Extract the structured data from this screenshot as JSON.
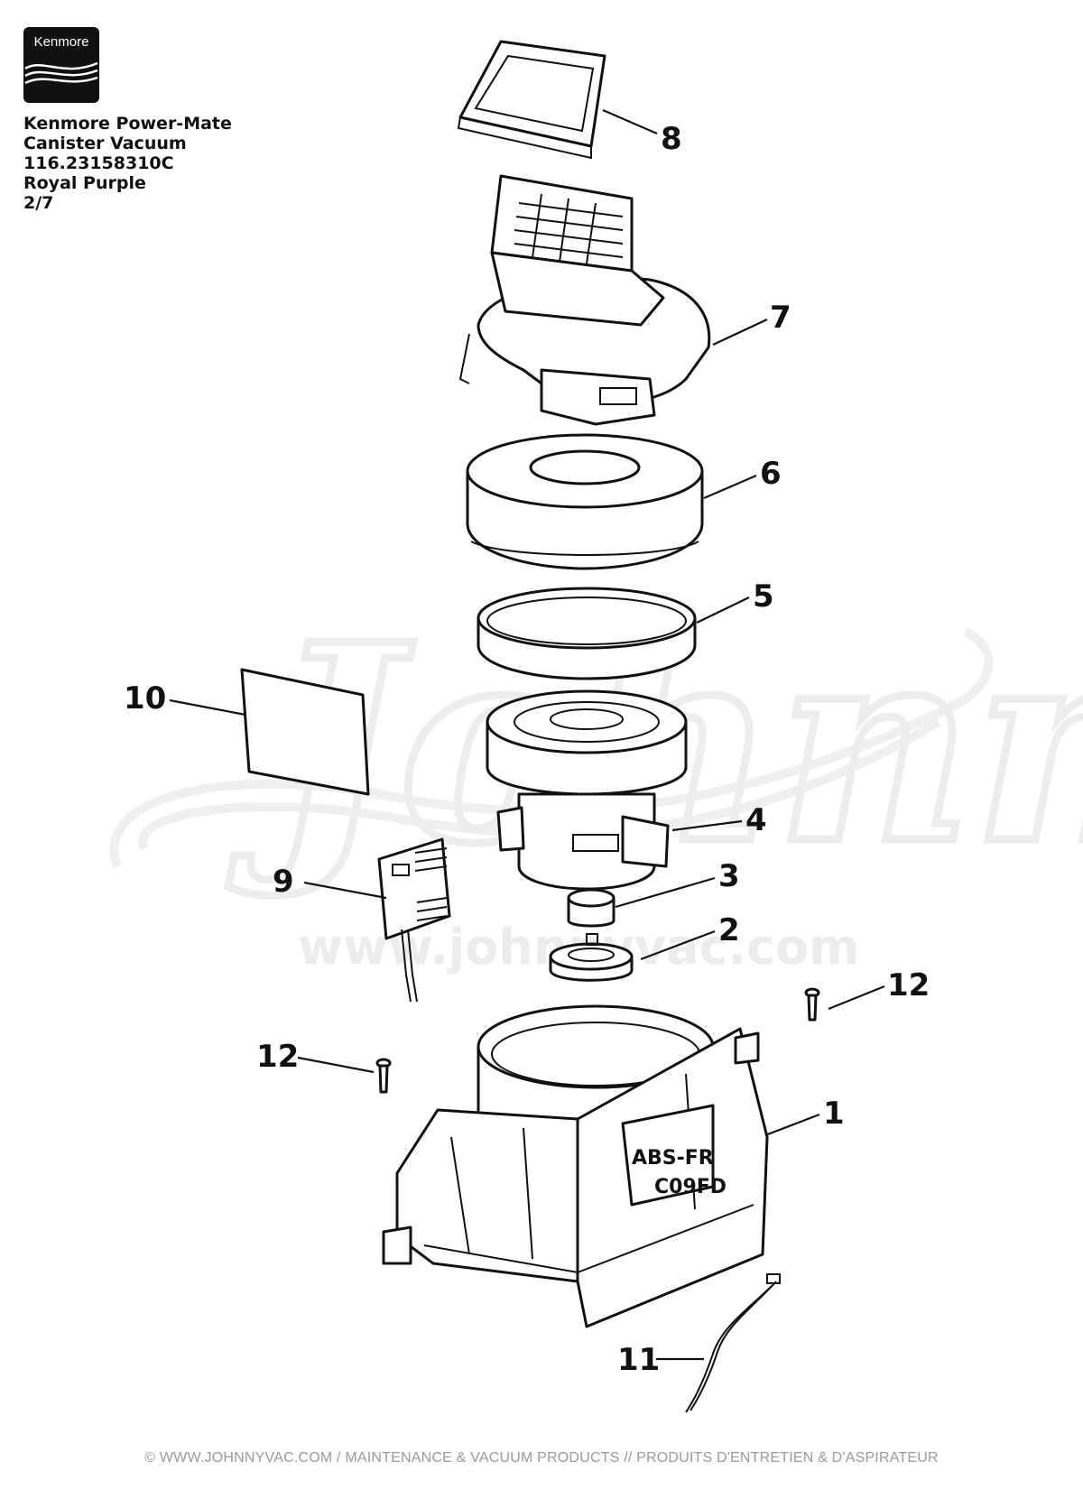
{
  "brand": {
    "logo_text": "Kenmore"
  },
  "product": {
    "line1": "Kenmore Power-Mate",
    "line2": "Canister Vacuum",
    "model": "116.23158310C",
    "color": "Royal Purple",
    "page": "2/7"
  },
  "watermark": {
    "script": "JohnnyVac",
    "url": "www.johnnyvac.com"
  },
  "callouts": [
    "8",
    "7",
    "6",
    "5",
    "10",
    "4",
    "9",
    "3",
    "2",
    "12",
    "12",
    "1",
    "11"
  ],
  "part_markings": [
    "ABS-FR",
    "C09FD"
  ],
  "footer": "© WWW.JOHNNYVAC.COM / MAINTENANCE & VACUUM PRODUCTS  //  PRODUITS D'ENTRETIEN & D'ASPIRATEUR"
}
